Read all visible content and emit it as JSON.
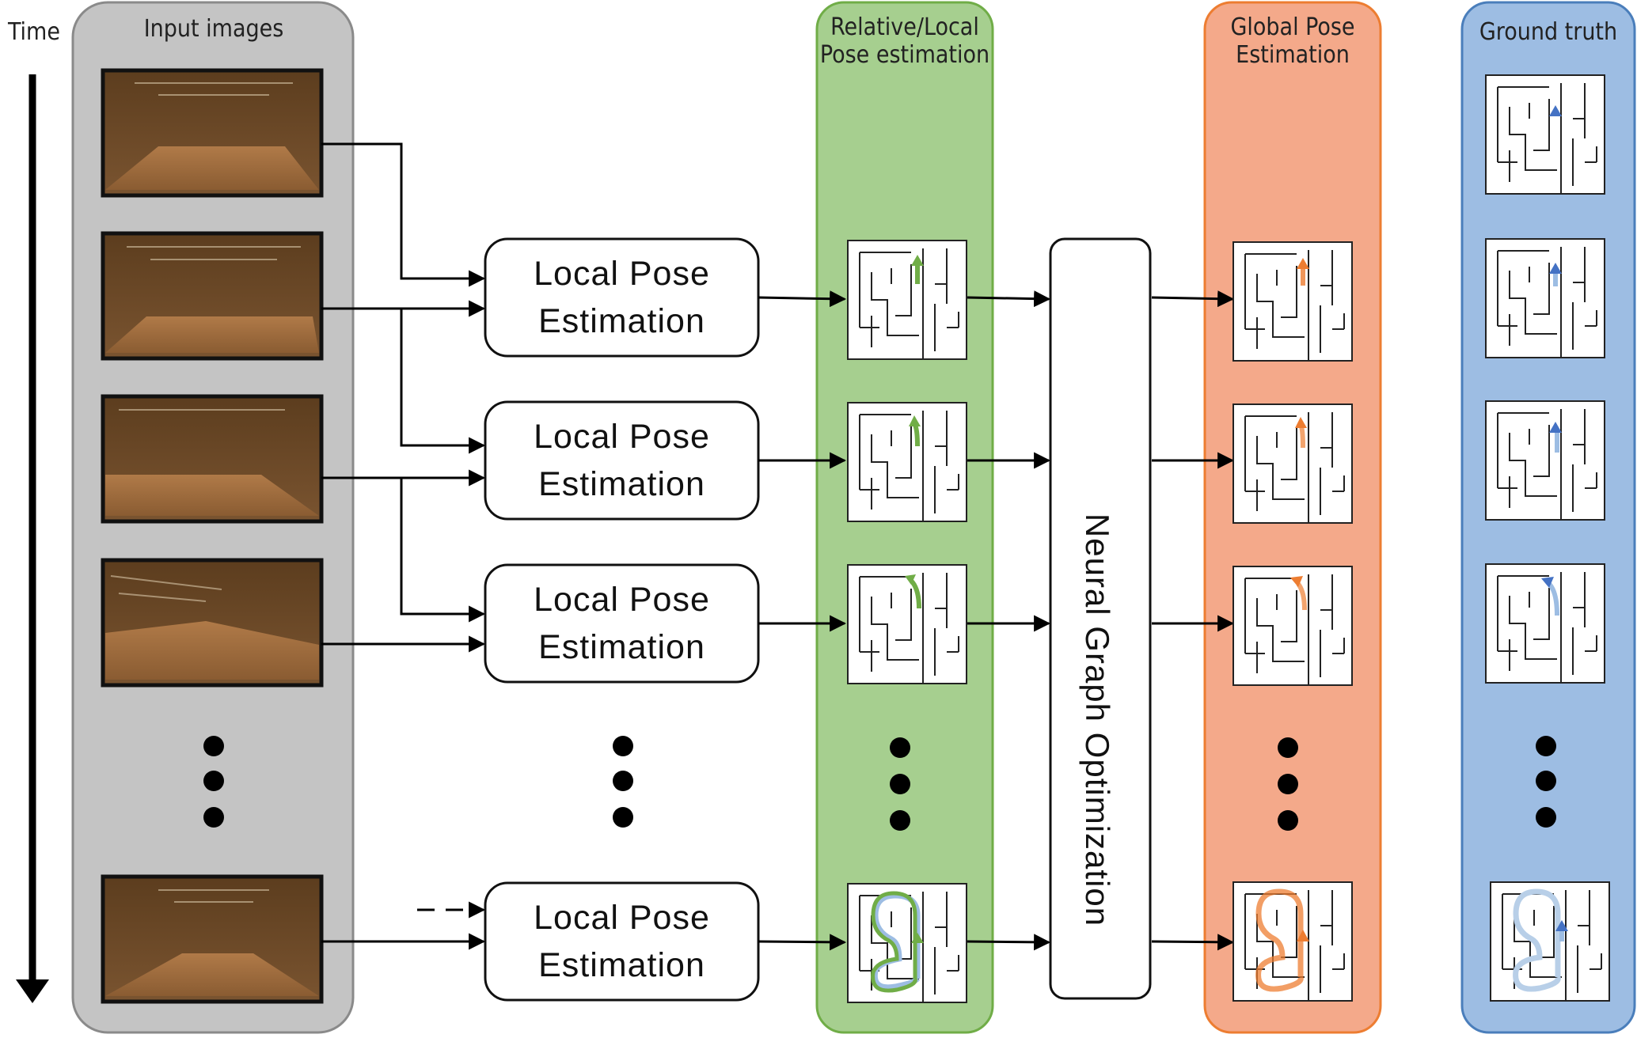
{
  "labels": {
    "time": "Time",
    "input_images": "Input images",
    "relative_local_line1": "Relative/Local",
    "relative_local_line2": "Pose estimation",
    "global_line1": "Global Pose",
    "global_line2": "Estimation",
    "ground_truth": "Ground truth",
    "neural_graph": "Neural Graph Optimization"
  },
  "local_pose_blocks": [
    {
      "line1": "Local Pose",
      "line2": "Estimation"
    },
    {
      "line1": "Local Pose",
      "line2": "Estimation"
    },
    {
      "line1": "Local Pose",
      "line2": "Estimation"
    },
    {
      "line1": "Local Pose",
      "line2": "Estimation"
    }
  ],
  "colors": {
    "input_panel": "#c4c4c4",
    "input_border": "#8a8a8a",
    "relative_panel": "#a6cf8f",
    "relative_border": "#70ad47",
    "global_panel": "#f4a98a",
    "global_border": "#ed7d31",
    "ground_panel": "#9dbde3",
    "ground_border": "#4a7ebb",
    "arrow_green": "#70ad47",
    "arrow_orange": "#ed7d31",
    "arrow_blue": "#4472c4"
  }
}
